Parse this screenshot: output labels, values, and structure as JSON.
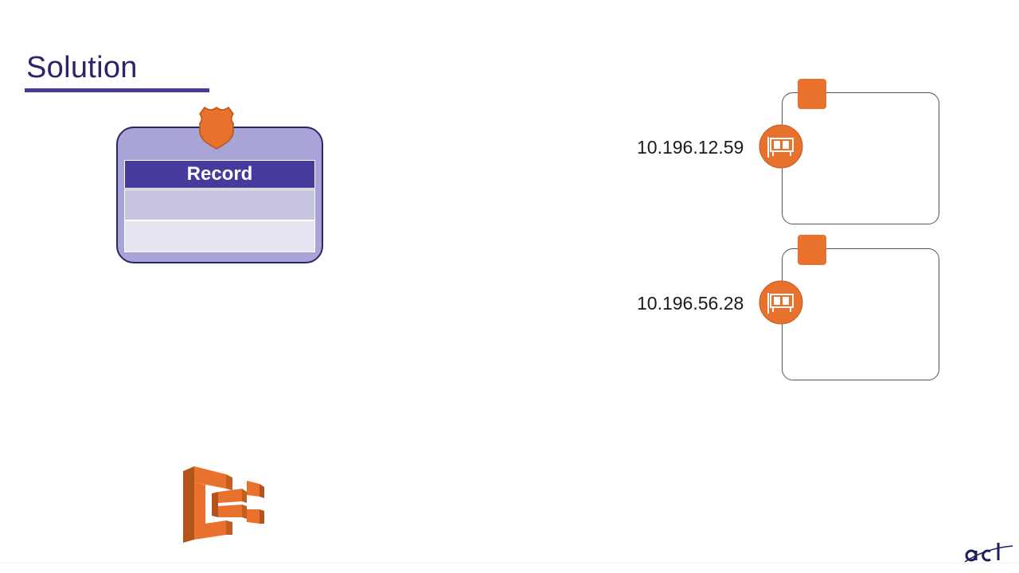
{
  "slide": {
    "title": "Solution"
  },
  "record": {
    "header_label": "Record"
  },
  "instances": [
    {
      "ip": "10.196.12.59"
    },
    {
      "ip": "10.196.56.28"
    }
  ],
  "colors": {
    "title": "#2c2466",
    "accent_purple": "#463a9c",
    "card_fill": "#a9a4d8",
    "aws_orange": "#e8712d"
  },
  "icons": {
    "shield": "route53-shield-icon",
    "eni": "network-interface-icon",
    "ecs": "ecs-logo-icon",
    "brand": "acg-logo"
  }
}
